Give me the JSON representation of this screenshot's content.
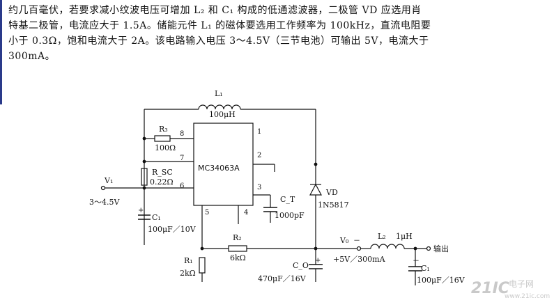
{
  "paragraph": {
    "line1": "约几百毫伏，若要求减小纹波电压可增加 L₂ 和 C₁ 构成的低通滤波器，二极管 VD 应选用肖",
    "line2": "特基二极管，电流应大于 1.5A。储能元件 L₁ 的磁体要选用工作频率为 100kHz，直流电阻要",
    "line3": "小于 0.3Ω，饱和电流大于 2A。该电路输入电压 3～4.5V（三节电池）可输出 5V，电流大于",
    "line4": "300mA。"
  },
  "circuit": {
    "ic": {
      "name": "MC34063A",
      "pins": [
        "1",
        "2",
        "3",
        "4",
        "5",
        "6",
        "7",
        "8"
      ]
    },
    "L1": {
      "ref": "L₁",
      "value": "100μH"
    },
    "R3": {
      "ref": "R₃",
      "value": "100Ω"
    },
    "Rsc": {
      "ref": "R_SC",
      "value": "0.22Ω"
    },
    "V1": {
      "ref": "V₁",
      "value": "3～4.5V"
    },
    "C1_in": {
      "ref": "C₁",
      "value": "100μF／10V"
    },
    "CT": {
      "ref": "C_T",
      "value": "1000pF"
    },
    "VD": {
      "ref": "VD",
      "value": "1N5817"
    },
    "R2": {
      "ref": "R₂",
      "value": "6kΩ"
    },
    "R1": {
      "ref": "R₁",
      "value": "2kΩ"
    },
    "Co": {
      "ref": "C_O",
      "value": "470μF／16V"
    },
    "V0": {
      "ref": "V₀",
      "value": "+5V／300mA"
    },
    "L2": {
      "ref": "L₂",
      "value": "1μH"
    },
    "C1_out": {
      "ref": "C₁",
      "value": "100μF／16V"
    },
    "output": "输出",
    "plus": "+",
    "minus": "－"
  },
  "watermark": {
    "logo": "21IC",
    "cn": "电子网",
    "url": "www.21ic.com"
  }
}
